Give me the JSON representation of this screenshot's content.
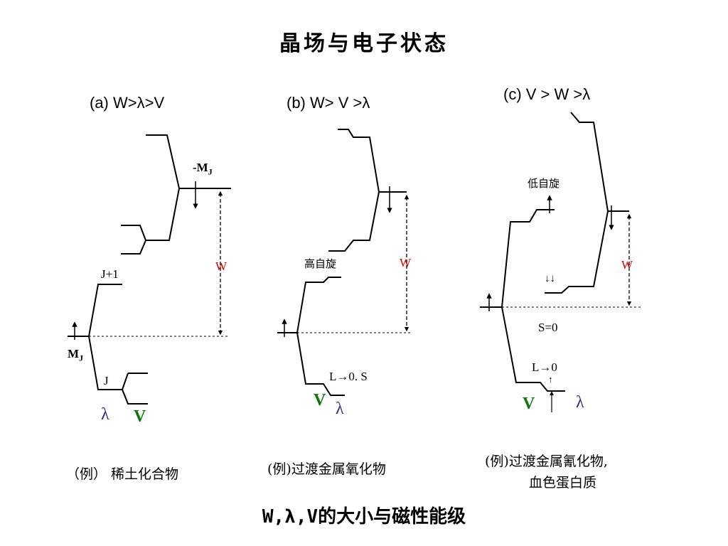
{
  "title": "晶场与电子状态",
  "bottom_title": "W,λ,V的大小与磁性能级",
  "panels": {
    "a": {
      "condition": "(a)  W>λ>V",
      "minus_mj": "-MJ",
      "w_label": "W",
      "jplus1": "J+1",
      "mj": "MJ",
      "j": "J",
      "lambda": "λ",
      "v": "V",
      "example": "（例）  稀土化合物"
    },
    "b": {
      "condition": "(b)  W> V >λ",
      "high_spin": "高自旋",
      "w_label": "W",
      "l_to_zero": "L→0. S",
      "v": "V",
      "lambda": "λ",
      "example": "(例)过渡金属氧化物"
    },
    "c": {
      "condition": "(c) V > W >λ",
      "low_spin": "低自旋",
      "w_label": "W",
      "s_zero": "S=0",
      "l_to_zero": "L→0",
      "v": "V",
      "lambda": "λ",
      "example_line1": "(例)过渡金属氰化物,",
      "example_line2": "血色蛋白质"
    }
  },
  "colors": {
    "w_label": "#e00000",
    "lambda": "#2d2d8c",
    "v": "#0a7a0a"
  }
}
